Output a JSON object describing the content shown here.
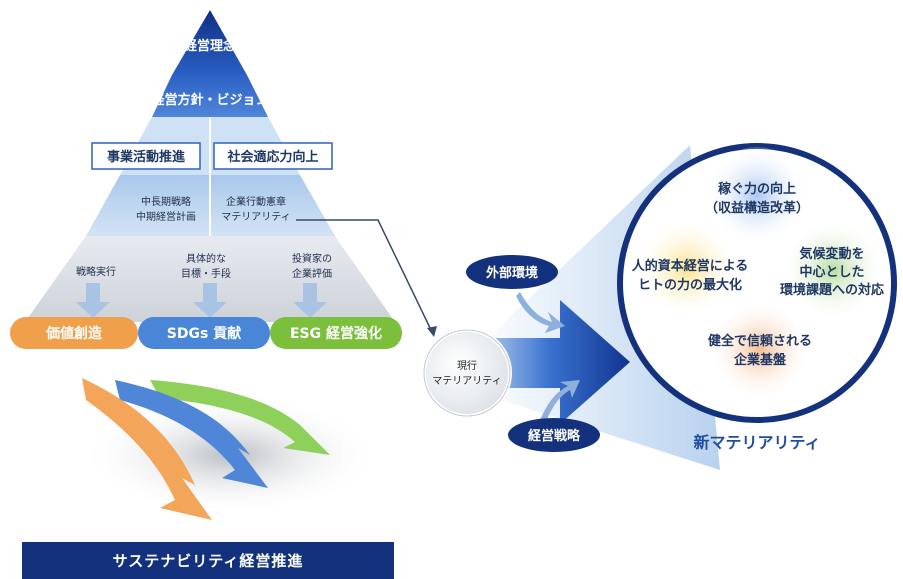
{
  "pyramid": {
    "philosophy": "経営理念",
    "policy": "経営方針・ビジョン",
    "business": "事業活動推進",
    "social": "社会適応力向上",
    "mid_left_1": "中長期戦略",
    "mid_left_2": "中期経営計画",
    "mid_right_1": "企業行動憲章",
    "mid_right_2": "マテリアリティ",
    "arrow1": "戦略実行",
    "arrow2_1": "具体的な",
    "arrow2_2": "目標・手段",
    "arrow3_1": "投資家の",
    "arrow3_2": "企業評価"
  },
  "pills": {
    "value": "価値創造",
    "sdgs": "SDGs 貢献",
    "esg": "ESG 経営強化"
  },
  "banner": "サステナビリティ経営推進",
  "right": {
    "external": "外部環境",
    "strategy": "経営戦略",
    "current_1": "現行",
    "current_2": "マテリアリティ",
    "new_title": "新マテリアリティ",
    "blob_top_1": "稼ぐ力の向上",
    "blob_top_2": "（収益構造改革）",
    "blob_left_1": "人的資本経営による",
    "blob_left_2": "ヒトの力の最大化",
    "blob_right_1": "気候変動を",
    "blob_right_2": "中心とした",
    "blob_right_3": "環境課題への対応",
    "blob_bottom_1": "健全で信頼される",
    "blob_bottom_2": "企業基盤"
  },
  "colors": {
    "navy": "#13317c",
    "orange": "#f0a04b",
    "blue": "#4a86d8",
    "green": "#7bbf3c",
    "title_blue": "#1f4e9e"
  }
}
